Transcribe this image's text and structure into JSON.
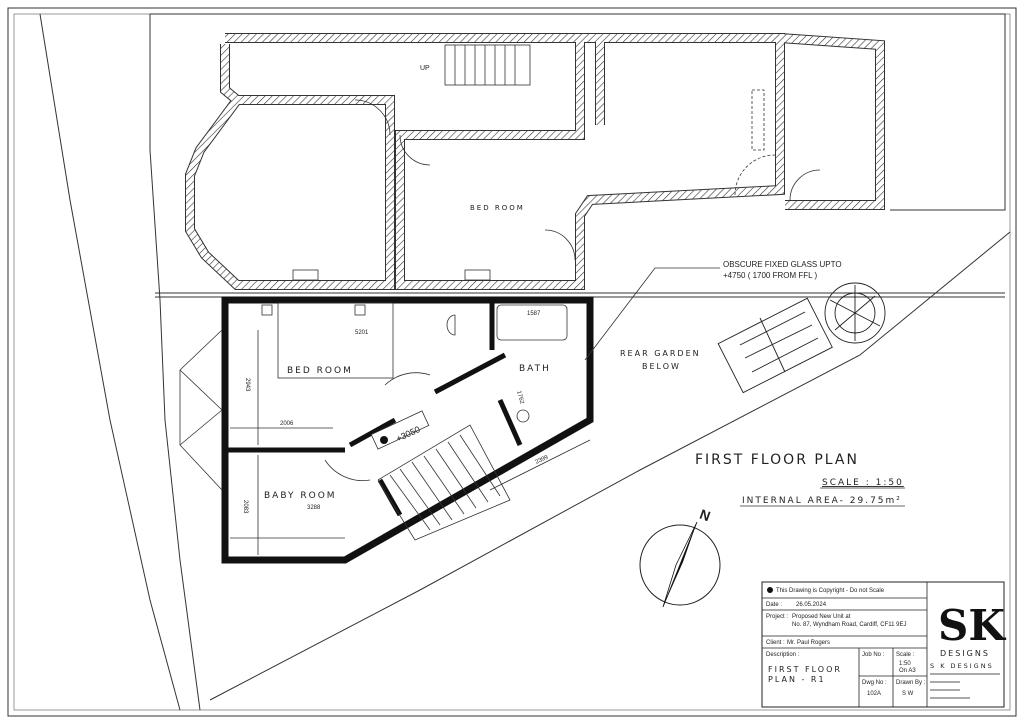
{
  "drawing": {
    "title": "FIRST FLOOR PLAN",
    "scale": "SCALE : 1:50",
    "internal_area": "INTERNAL AREA- 29.75m²",
    "rooms": {
      "existing_bedroom": "BED ROOM",
      "bedroom": "BED ROOM",
      "baby_room": "BABY ROOM",
      "bath": "BATH",
      "rear_garden_line1": "REAR GARDEN",
      "rear_garden_line2": "BELOW",
      "stair_up": "UP"
    },
    "dimensions": {
      "bedroom_width": "5201",
      "bedroom_depth": "2943",
      "bedroom_partial": "2006",
      "baby_depth": "2083",
      "baby_width": "3288",
      "bath_length": "1587",
      "bath_side": "1762",
      "stair_run": "2399",
      "level": "+3050"
    },
    "annotation_line1": "OBSCURE FIXED GLASS UPTO",
    "annotation_line2": "+4750 ( 1700 FROM FFL )",
    "north_label": "N"
  },
  "title_block": {
    "note": "This Drawing is Copyright - Do not Scale",
    "date_label": "Date :",
    "date": "26.05.2024",
    "project_label": "Project :",
    "project_line1": "Proposed New Unit at",
    "project_line2": "No. 87, Wyndham Road, Cardiff,  CF11 9EJ",
    "client_label": "Client :",
    "client": "Mr. Paul Rogers",
    "description_label": "Description :",
    "description_line1": "FIRST FLOOR",
    "description_line2": "PLAN - R1",
    "job_no_label": "Job No :",
    "scale_label": "Scale :",
    "scale_value": "1:50",
    "scale_paper": "On A3",
    "drg_no_label": "Dwg No :",
    "drg_no": "102A",
    "drawn_by_label": "Drawn By :",
    "drawn_by": "S W",
    "logo_text": "SK",
    "logo_caption": "DESIGNS",
    "company": "S K DESIGNS"
  }
}
